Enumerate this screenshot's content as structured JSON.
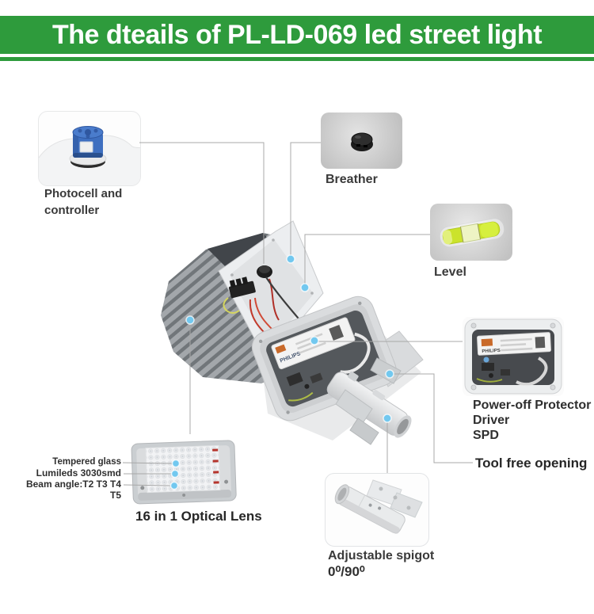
{
  "banner": {
    "title": "The dteails of PL-LD-069 led street light"
  },
  "colors": {
    "banner_green": "#2e9b3c",
    "callout_dot_blue": "#72c8ef",
    "callout_line_gray": "#a8a8a8"
  },
  "callouts": {
    "photocell": "Photocell and controller",
    "breather": "Breather",
    "level": "Level",
    "driver_lines": [
      "Power-off Protector",
      "Driver",
      "SPD"
    ],
    "tool_free": "Tool free opening",
    "adjustable_spigot": "Adjustable spigot",
    "spigot_angle": "0⁰/90⁰",
    "led_tempered": "Tempered glass",
    "led_chip": "Lumileds 3030smd",
    "led_beam": "Beam angle:T2 T3 T4 T5",
    "led_lens": "16 in 1 Optical Lens"
  },
  "lamp": {
    "driver_brand": "PHILIPS"
  }
}
